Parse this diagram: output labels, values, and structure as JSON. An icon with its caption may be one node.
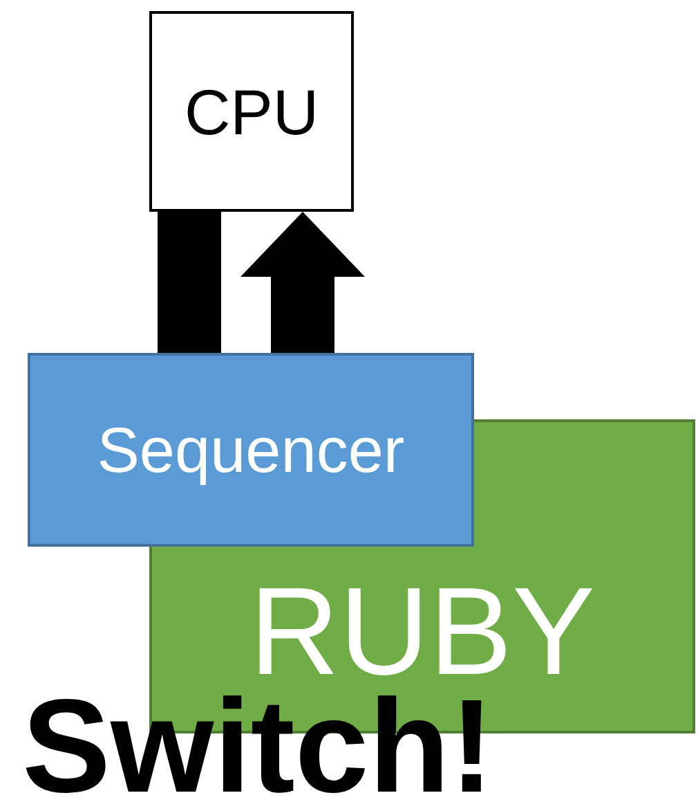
{
  "diagram": {
    "nodes": [
      {
        "text": [
          "CPU"
        ]
      },
      {
        "text": [
          "Sequencer"
        ]
      },
      {
        "text": [
          "RUBY"
        ]
      }
    ],
    "edges": [
      {
        "from": 0,
        "to": 1,
        "arrow": "none",
        "style": "thick"
      },
      {
        "from": 1,
        "to": 0,
        "arrow": "to",
        "style": "thick"
      }
    ],
    "labels": [
      "Switch!"
    ]
  }
}
